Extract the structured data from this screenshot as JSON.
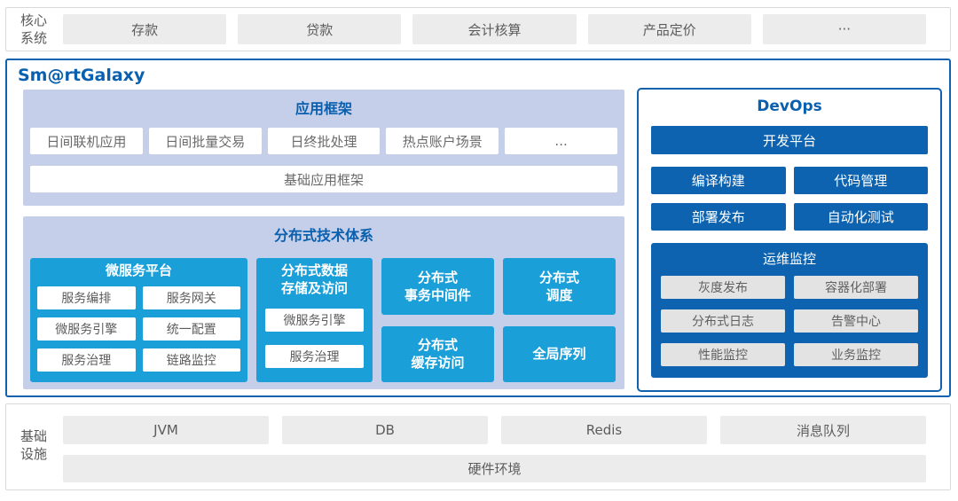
{
  "colors": {
    "accent_blue": "#0a60ae",
    "border_blue": "#1061ae",
    "cyan": "#1a9fd9",
    "dark_blue": "#0d63af",
    "periwinkle": "#c5cfe9",
    "gray_box": "#ececec",
    "light_gray_chip": "#e3e3e3"
  },
  "core_systems": {
    "label": "核心\n系统",
    "items": [
      "存款",
      "贷款",
      "会计核算",
      "产品定价",
      "···"
    ]
  },
  "platform": {
    "title": "Sm@rtGalaxy",
    "app_framework": {
      "title": "应用框架",
      "apps": [
        "日间联机应用",
        "日间批量交易",
        "日终批处理",
        "热点账户场景",
        "..."
      ],
      "base": "基础应用框架"
    },
    "distributed": {
      "title": "分布式技术体系",
      "microservice": {
        "title": "微服务平台",
        "items": [
          "服务编排",
          "服务网关",
          "微服务引擎",
          "统一配置",
          "服务治理",
          "链路监控"
        ]
      },
      "data_storage": {
        "title": "分布式数据\n存储及访问",
        "items": [
          "微服务引擎",
          "服务治理"
        ]
      },
      "cells": [
        "分布式\n事务中间件",
        "分布式\n调度",
        "分布式\n缓存访问",
        "全局序列"
      ]
    },
    "devops": {
      "title": "DevOps",
      "dev_platform": "开发平台",
      "tools": [
        "编译构建",
        "代码管理",
        "部署发布",
        "自动化测试"
      ],
      "ops_monitor": {
        "title": "运维监控",
        "items": [
          "灰度发布",
          "容器化部署",
          "分布式日志",
          "告警中心",
          "性能监控",
          "业务监控"
        ]
      }
    }
  },
  "infrastructure": {
    "label": "基础\n设施",
    "items": [
      "JVM",
      "DB",
      "Redis",
      "消息队列"
    ],
    "hardware": "硬件环境"
  }
}
